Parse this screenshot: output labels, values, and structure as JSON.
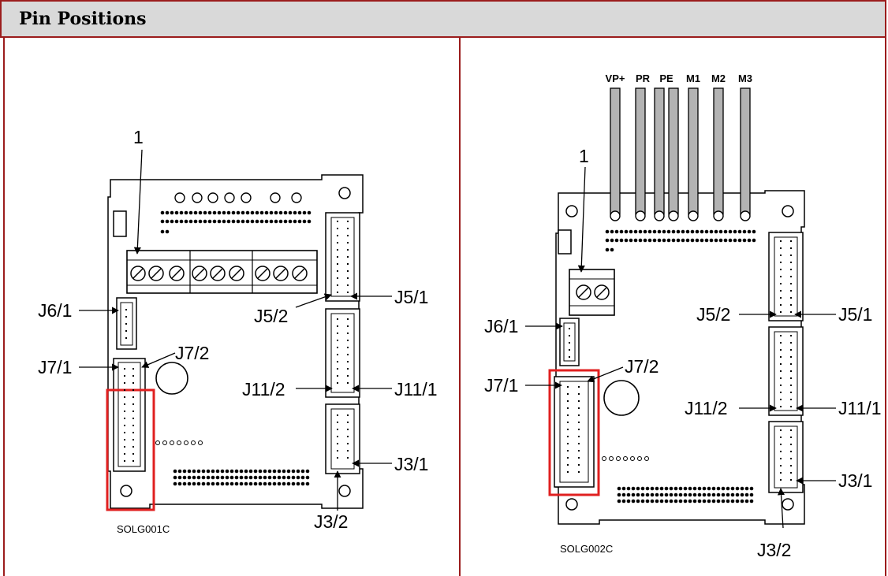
{
  "header": {
    "title": "Pin Positions"
  },
  "left_panel": {
    "callout": "1",
    "labels": {
      "j6_1": "J6/1",
      "j7_1": "J7/1",
      "j7_2": "J7/2",
      "j5_2": "J5/2",
      "j5_1": "J5/1",
      "j11_2": "J11/2",
      "j11_1": "J11/1",
      "j3_1": "J3/1",
      "j3_2": "J3/2"
    },
    "caption": "SOLG001C"
  },
  "right_panel": {
    "callout": "1",
    "top_leads": [
      "VP+",
      "PR",
      "PE",
      "M1",
      "M2",
      "M3"
    ],
    "labels": {
      "j6_1": "J6/1",
      "j7_1": "J7/1",
      "j7_2": "J7/2",
      "j5_2": "J5/2",
      "j5_1": "J5/1",
      "j11_2": "J11/2",
      "j11_1": "J11/1",
      "j3_1": "J3/1",
      "j3_2": "J3/2"
    },
    "caption": "SOLG002C"
  },
  "colors": {
    "border": "#9b1c1c",
    "highlight": "#e02020",
    "header_bg": "#d9d9d9"
  }
}
